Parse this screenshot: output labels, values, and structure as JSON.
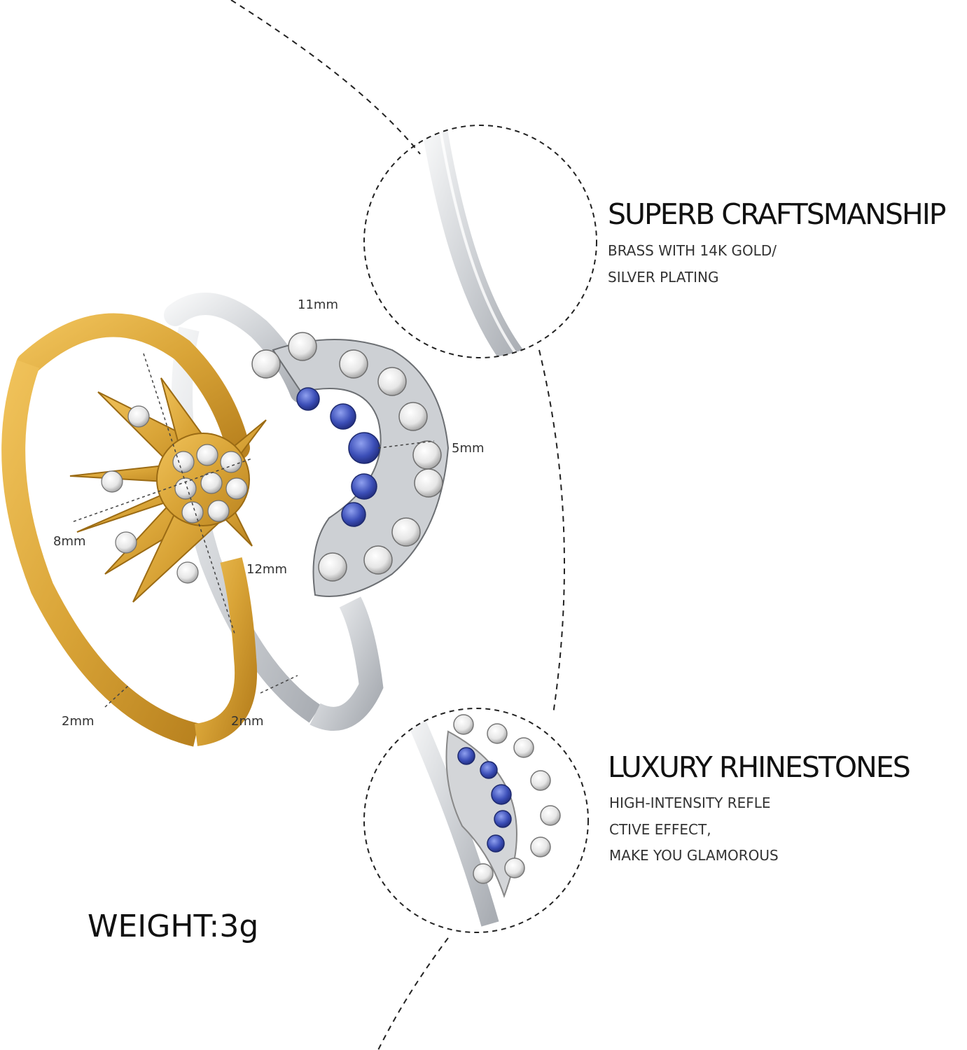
{
  "features": [
    {
      "title": "SUPERB CRAFTSMANSHIP",
      "lines": [
        "BRASS WITH 14K GOLD/",
        "SILVER PLATING"
      ]
    },
    {
      "title": "LUXURY RHINESTONES",
      "lines": [
        "HIGH-INTENSITY REFLE",
        "CTIVE EFFECT,",
        "MAKE YOU GLAMOROUS"
      ]
    }
  ],
  "dimensions": {
    "moon_width": "11mm",
    "moon_band": "5mm",
    "sun_width": "8mm",
    "sun_height": "12mm",
    "gold_band": "2mm",
    "silver_band": "2mm"
  },
  "weight": "WEIGHT:3g",
  "colors": {
    "gold": "#d9a437",
    "silver": "#d7d9dc",
    "sapphire": "#3c4fb8",
    "crystal": "#f2f2f2"
  }
}
